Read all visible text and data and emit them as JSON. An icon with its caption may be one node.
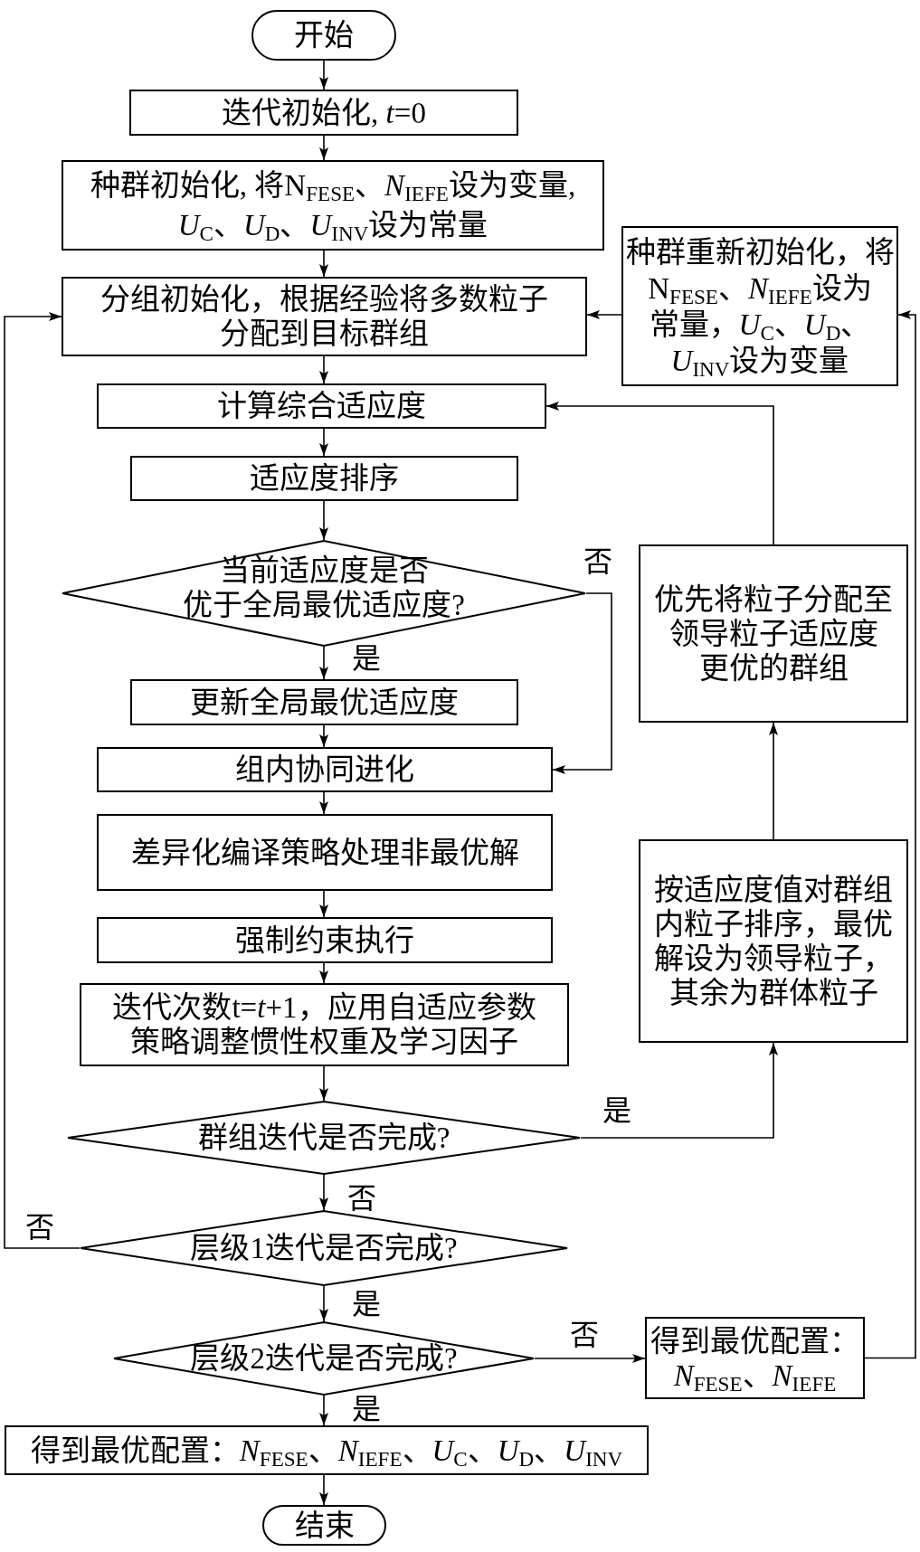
{
  "diagram": {
    "nodes": [
      {
        "text": [
          "开始"
        ]
      },
      {
        "text": [
          "迭代初始化, *t*=0"
        ]
      },
      {
        "text": [
          "种群初始化, 将N$_{FESE}$、*N*$_{IEFE}$设为变量, *U*$_{C}$、*U*$_{D}$、*U*$_{INV}$设为常量"
        ]
      },
      {
        "text": [
          "种群重新初始化，将N$_{FESE}$、*N*$_{IEFE}$设为常量，*U*$_{C}$、*U*$_{D}$、*U*$_{INV}$设为变量"
        ]
      },
      {
        "text": [
          "分组初始化，根据经验将多数粒子分配到目标群组"
        ]
      },
      {
        "text": [
          "计算综合适应度"
        ]
      },
      {
        "text": [
          "适应度排序"
        ]
      },
      {
        "text": [
          "当前适应度是否优于全局最优适应度?"
        ]
      },
      {
        "text": [
          "优先将粒子分配至领导粒子适应度更优的群组"
        ]
      },
      {
        "text": [
          "更新全局最优适应度"
        ]
      },
      {
        "text": [
          "组内协同进化"
        ]
      },
      {
        "text": [
          "差异化编译策略处理非最优解"
        ]
      },
      {
        "text": [
          "按适应度值对群组内粒子排序，最优解设为领导粒子，其余为群体粒子"
        ]
      },
      {
        "text": [
          "强制约束执行"
        ]
      },
      {
        "text": [
          "迭代次数t=*t*+1，应用自适应参数策略调整惯性权重及学习因子"
        ]
      },
      {
        "text": [
          "群组迭代是否完成?"
        ]
      },
      {
        "text": [
          "层级1迭代是否完成?"
        ]
      },
      {
        "text": [
          "层级2迭代是否完成?"
        ]
      },
      {
        "text": [
          "得到最优配置：*N*$_{FESE}$、*N*$_{IEFE}$"
        ]
      },
      {
        "text": [
          "得到最优配置：*N*$_{FESE}$、*N*$_{IEFE}$、*U*$_{C}$、*U*$_{D}$、*U*$_{INV}$"
        ]
      },
      {
        "text": [
          "结束"
        ]
      }
    ],
    "edges": [
      {
        "from": 0,
        "to": 1,
        "arrow": "to"
      },
      {
        "from": 1,
        "to": 2,
        "arrow": "to"
      },
      {
        "from": 2,
        "to": 4,
        "arrow": "to"
      },
      {
        "from": 4,
        "to": 5,
        "arrow": "to"
      },
      {
        "from": 5,
        "to": 6,
        "arrow": "to"
      },
      {
        "from": 6,
        "to": 7,
        "arrow": "to"
      },
      {
        "from": 7,
        "to": 9,
        "arrow": "to",
        "label": "是"
      },
      {
        "from": 7,
        "to": 10,
        "arrow": "to",
        "label": "否"
      },
      {
        "from": 9,
        "to": 10,
        "arrow": "to"
      },
      {
        "from": 10,
        "to": 11,
        "arrow": "to"
      },
      {
        "from": 11,
        "to": 13,
        "arrow": "to"
      },
      {
        "from": 13,
        "to": 14,
        "arrow": "to"
      },
      {
        "from": 14,
        "to": 15,
        "arrow": "to"
      },
      {
        "from": 15,
        "to": 12,
        "arrow": "to",
        "label": "是"
      },
      {
        "from": 15,
        "to": 16,
        "arrow": "to",
        "label": "否"
      },
      {
        "from": 16,
        "to": 4,
        "arrow": "to",
        "label": "否"
      },
      {
        "from": 16,
        "to": 17,
        "arrow": "to",
        "label": "是"
      },
      {
        "from": 17,
        "to": 18,
        "arrow": "to",
        "label": "否"
      },
      {
        "from": 17,
        "to": 19,
        "arrow": "to",
        "label": "是"
      },
      {
        "from": 19,
        "to": 20,
        "arrow": "to"
      },
      {
        "from": 18,
        "to": 3,
        "arrow": "to"
      },
      {
        "from": 3,
        "to": 4,
        "arrow": "to"
      },
      {
        "from": 12,
        "to": 8,
        "arrow": "to"
      },
      {
        "from": 8,
        "to": 5,
        "arrow": "to"
      }
    ]
  }
}
